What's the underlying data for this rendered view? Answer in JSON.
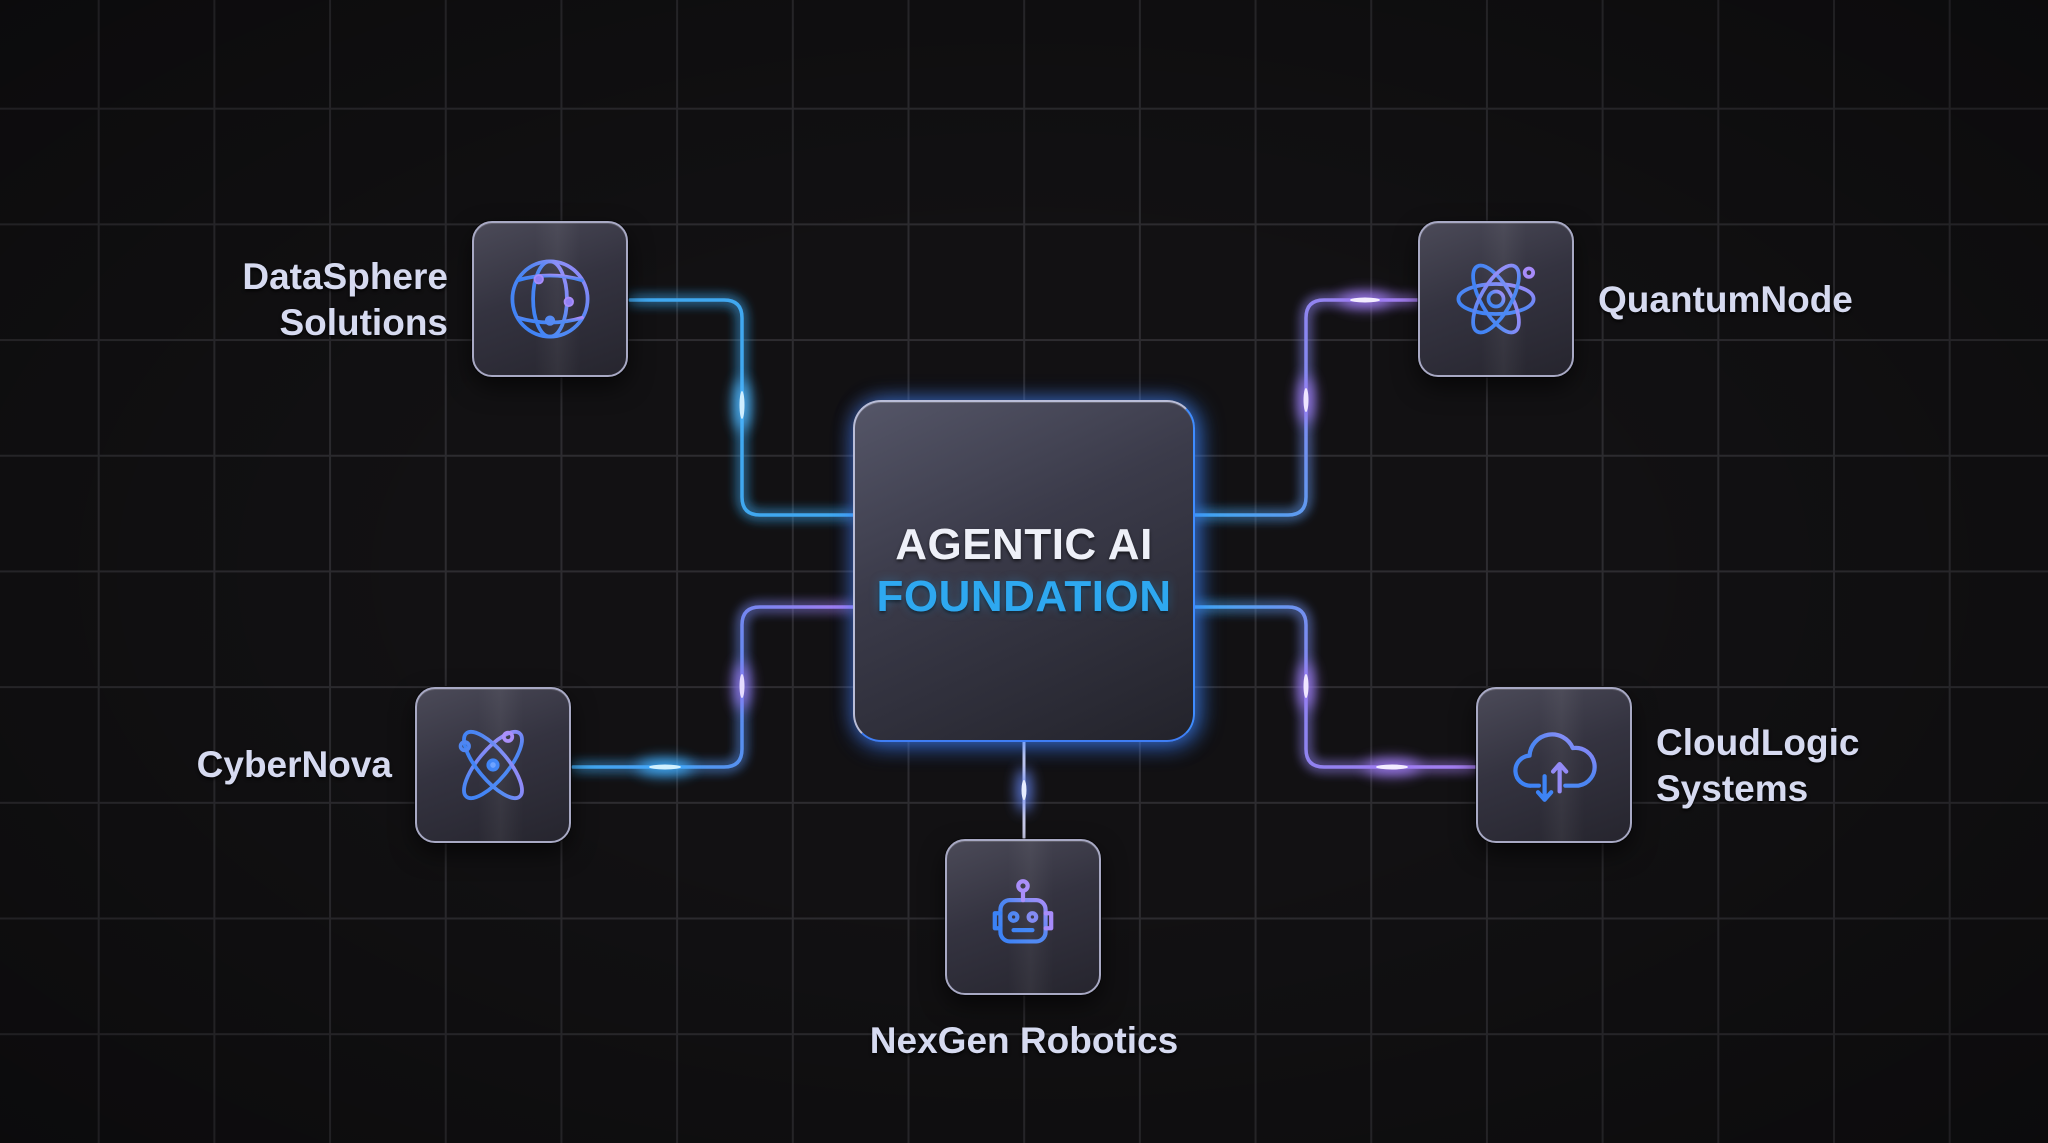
{
  "diagram": {
    "title_line1": "AGENTIC AI",
    "title_line2": "FOUNDATION",
    "colors": {
      "background": "#121113",
      "grid": "#2d2c30",
      "accent_blue": "#2ea8f0",
      "wire_blue": "#3fa8f0",
      "wire_purple": "#a57cf0",
      "label": "#d6daf0",
      "icon_blue": "#3b82f6",
      "icon_purple": "#a78bfa"
    },
    "nodes": [
      {
        "id": "datasphere",
        "label_line1": "DataSphere",
        "label_line2": "Solutions",
        "icon": "globe-icon",
        "position": "top-left"
      },
      {
        "id": "quantumnode",
        "label_line1": "QuantumNode",
        "icon": "atom-icon",
        "position": "top-right"
      },
      {
        "id": "cybernova",
        "label_line1": "CyberNova",
        "icon": "orbit-icon",
        "position": "bottom-left"
      },
      {
        "id": "cloudlogic",
        "label_line1": "CloudLogic",
        "label_line2": "Systems",
        "icon": "cloud-sync-icon",
        "position": "bottom-right"
      },
      {
        "id": "nexgen",
        "label_line1": "NexGen Robotics",
        "icon": "robot-icon",
        "position": "bottom"
      }
    ]
  }
}
